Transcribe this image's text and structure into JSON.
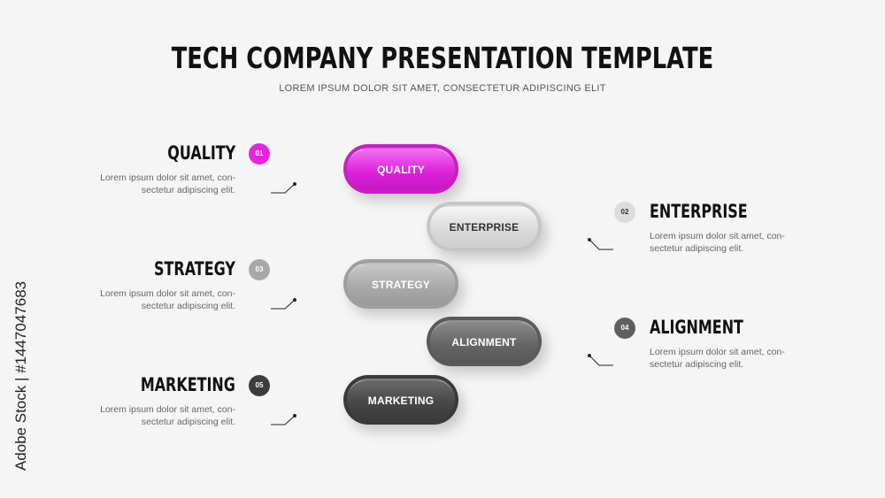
{
  "header": {
    "title": "TECH COMPANY PRESENTATION TEMPLATE",
    "subtitle": "LOREM IPSUM DOLOR SIT AMET, CONSECTETUR ADIPISCING ELIT"
  },
  "watermark": "Adobe Stock | #1447047683",
  "items": [
    {
      "number": "01",
      "heading": "QUALITY",
      "desc_line1": "Lorem ipsum dolor sit amet, con-",
      "desc_line2": "sectetur adipiscing elit.",
      "pill_label": "QUALITY",
      "badge_color": "#e524e0"
    },
    {
      "number": "02",
      "heading": "ENTERPRISE",
      "desc_line1": "Lorem ipsum dolor sit amet, con-",
      "desc_line2": "sectetur adipiscing elit.",
      "pill_label": "ENTERPRISE",
      "badge_color": "#dcdcdc"
    },
    {
      "number": "03",
      "heading": "STRATEGY",
      "desc_line1": "Lorem ipsum dolor sit amet, con-",
      "desc_line2": "sectetur adipiscing elit.",
      "pill_label": "STRATEGY",
      "badge_color": "#a8a8a8"
    },
    {
      "number": "04",
      "heading": "ALIGNMENT",
      "desc_line1": "Lorem ipsum dolor sit amet, con-",
      "desc_line2": "sectetur adipiscing elit.",
      "pill_label": "ALIGNMENT",
      "badge_color": "#5f5f5f"
    },
    {
      "number": "05",
      "heading": "MARKETING",
      "desc_line1": "Lorem ipsum dolor sit amet, con-",
      "desc_line2": "sectetur adipiscing elit.",
      "pill_label": "MARKETING",
      "badge_color": "#3d3d3d"
    }
  ]
}
